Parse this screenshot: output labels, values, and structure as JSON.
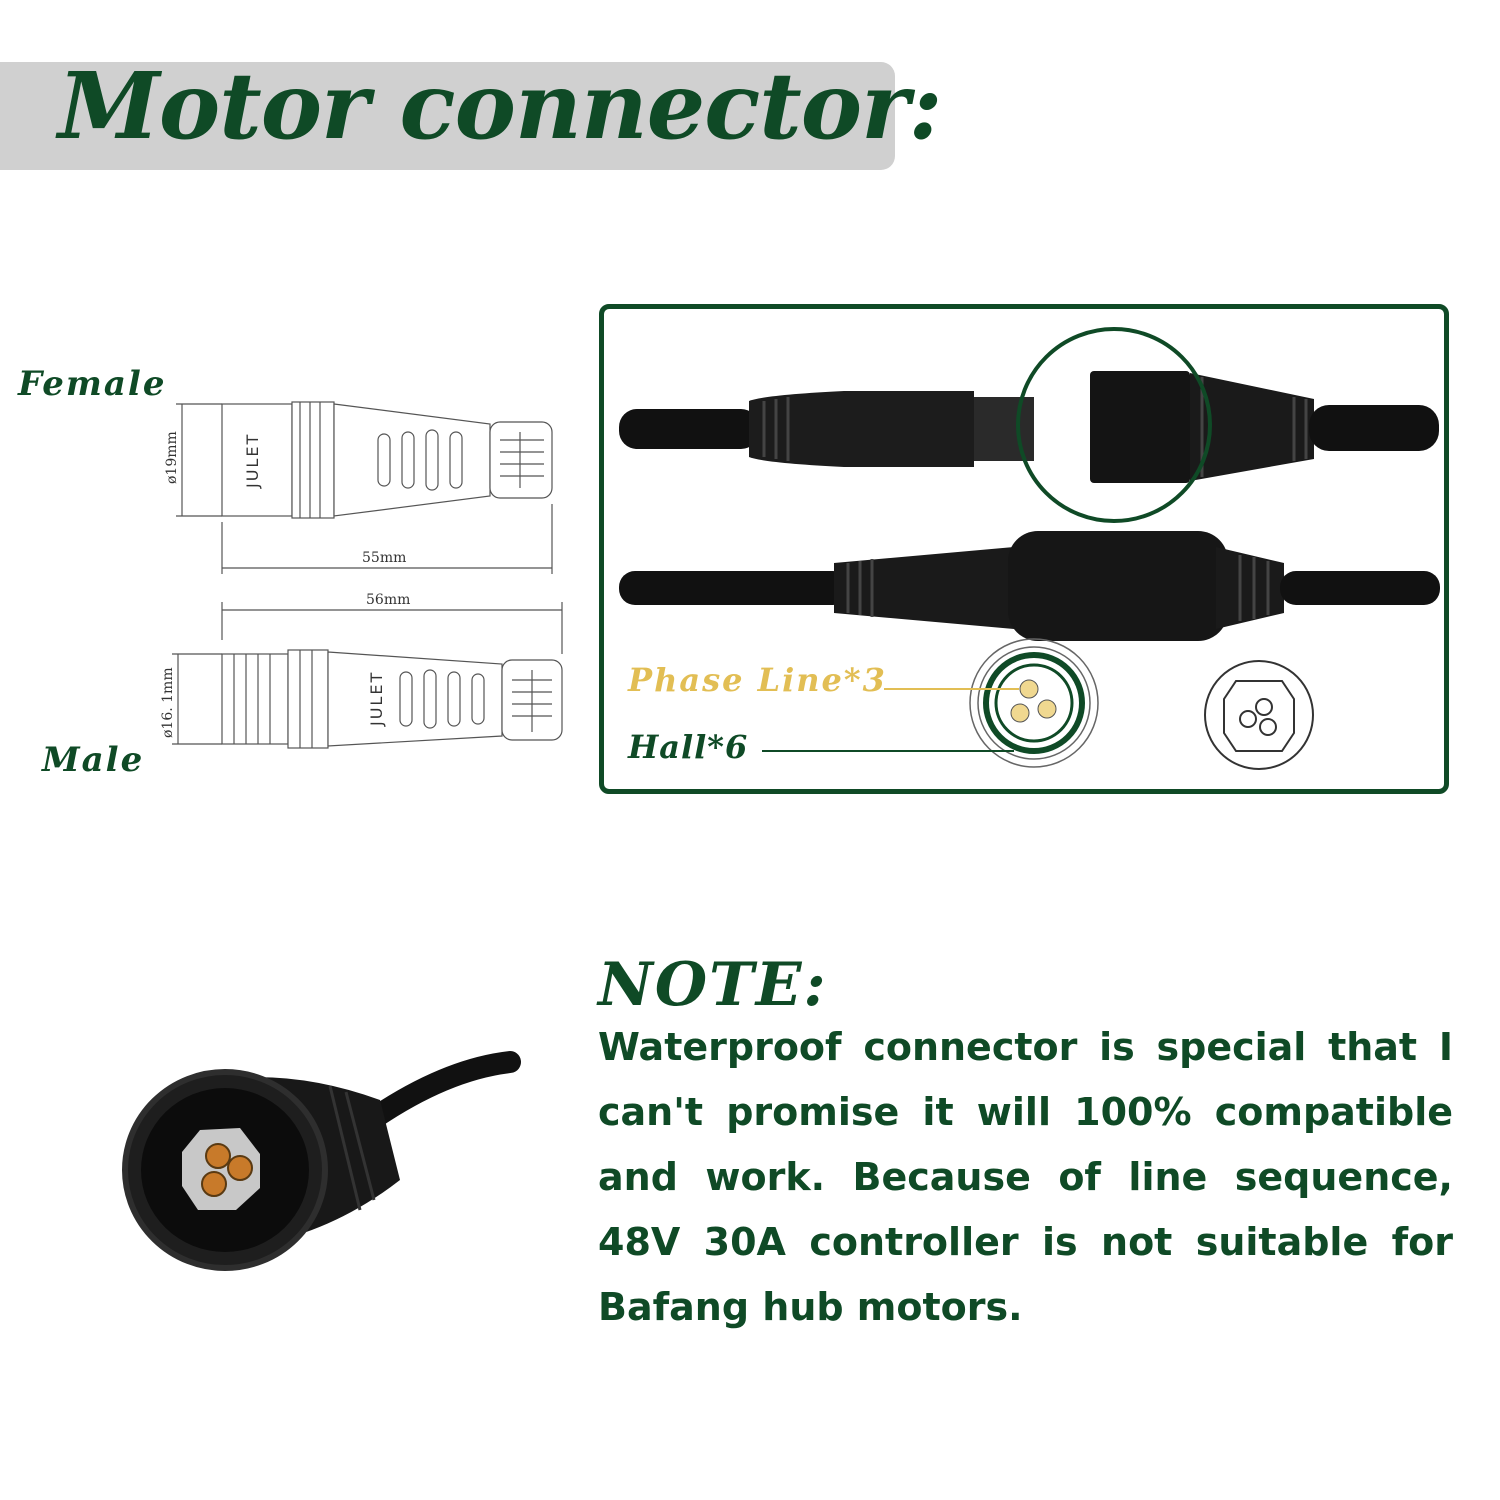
{
  "header": {
    "title": "Motor connector:"
  },
  "labels": {
    "female": "Female",
    "male": "Male",
    "phase": "Phase Line*3",
    "hall": "Hall*6"
  },
  "drawing": {
    "female_diameter": "ø19mm",
    "female_length": "55mm",
    "male_length": "56mm",
    "male_diameter": "ø16. 1mm",
    "brand": "JULET"
  },
  "note": {
    "title": "NOTE:",
    "body": "Waterproof connector is special that I can't promise it will 100% compatible and work. Because of line sequence, 48V 30A controller is not suitable for Bafang hub motors."
  },
  "colors": {
    "brand_green": "#0f4a26",
    "phase_gold": "#e2be54",
    "title_band": "#d0d0d0"
  }
}
